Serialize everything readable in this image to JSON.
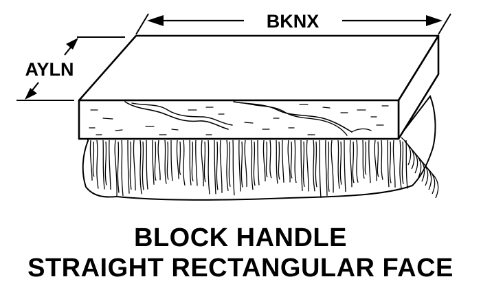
{
  "dimensions": {
    "width_label": "BKNX",
    "height_label": "AYLN"
  },
  "caption": {
    "line1": "BLOCK HANDLE",
    "line2": "STRAIGHT RECTANGULAR FACE"
  },
  "colors": {
    "ink": "#000000",
    "paper": "#ffffff"
  }
}
